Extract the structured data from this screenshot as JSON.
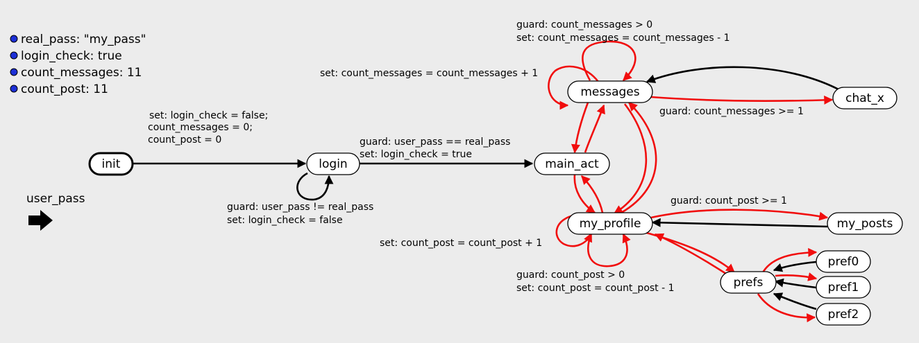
{
  "variables": [
    {
      "text": "real_pass: \"my_pass\""
    },
    {
      "text": "login_check: true"
    },
    {
      "text": "count_messages: 11"
    },
    {
      "text": "count_post: 11"
    }
  ],
  "input_label": "user_pass",
  "nodes": {
    "init": "init",
    "login": "login",
    "main_act": "main_act",
    "messages": "messages",
    "chat_x": "chat_x",
    "my_profile": "my_profile",
    "my_posts": "my_posts",
    "prefs": "prefs",
    "pref0": "pref0",
    "pref1": "pref1",
    "pref2": "pref2"
  },
  "edge_labels": {
    "init_login": [
      "set: login_check = false;",
      "count_messages = 0;",
      "count_post = 0"
    ],
    "login_self": [
      "guard: user_pass != real_pass",
      "set: login_check = false"
    ],
    "login_main": [
      "guard: user_pass == real_pass",
      "set: login_check = true"
    ],
    "messages_self_top": [
      "guard: count_messages > 0",
      "set: count_messages = count_messages - 1"
    ],
    "messages_self_left": [
      "set: count_messages = count_messages + 1"
    ],
    "messages_chat": [
      "guard: count_messages >= 1"
    ],
    "profile_posts": [
      "guard: count_post >= 1"
    ],
    "profile_self_left": [
      "set: count_post = count_post + 1"
    ],
    "profile_self_bottom": [
      "guard: count_post > 0",
      "set: count_post = count_post - 1"
    ]
  },
  "colors": {
    "red_edge": "#f10d0d",
    "black_edge": "#000000",
    "variable_dot": "#1c2fd6",
    "background": "#ececec"
  }
}
